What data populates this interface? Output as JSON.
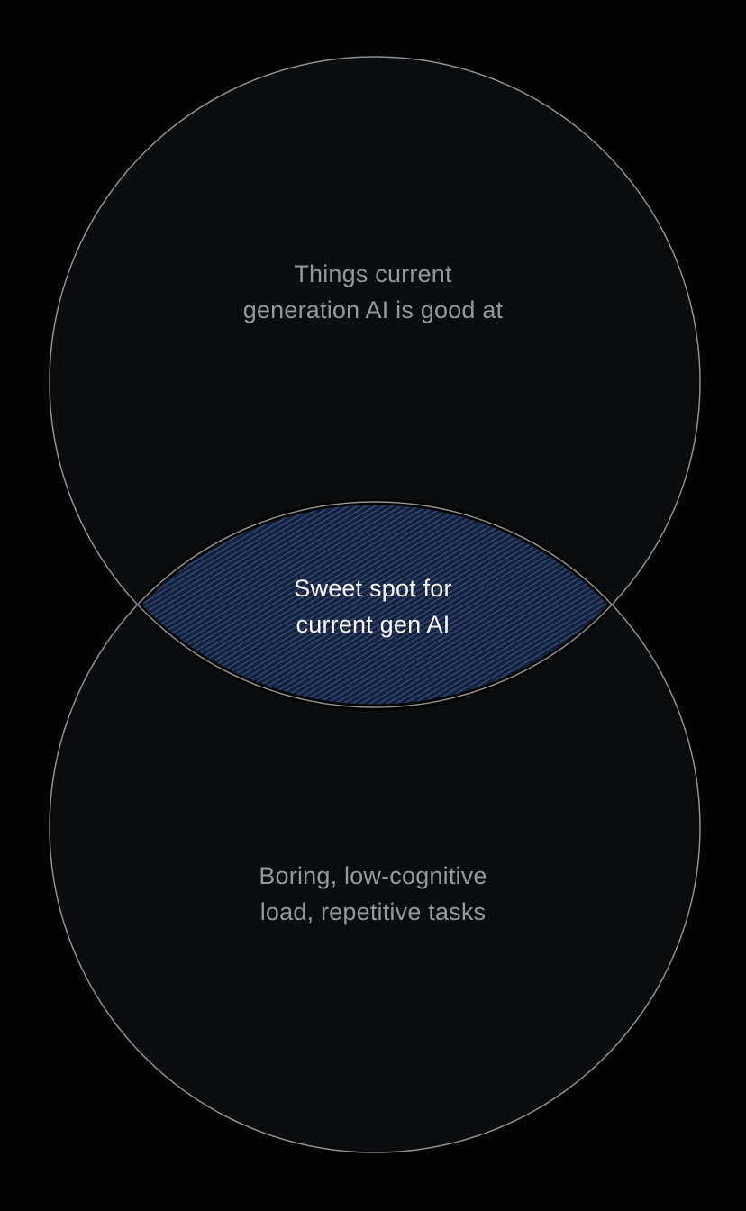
{
  "diagram": {
    "type": "venn",
    "background_color": "#030303",
    "circle_fill_color": "#0b0c0d",
    "circle_stroke_color": "#8f9092",
    "intersection_fill_color": "#16223b",
    "intersection_hatch_color": "#2f4c7a",
    "intersection_gap_color": "#030303",
    "muted_label_color": "#94979b",
    "highlight_label_color": "#fafafa",
    "sets": [
      {
        "id": "top",
        "label": "Things current\ngeneration AI is good at"
      },
      {
        "id": "bottom",
        "label": "Boring, low-cognitive\nload, repetitive tasks"
      }
    ],
    "intersection": {
      "label": "Sweet spot for\ncurrent gen AI"
    }
  }
}
